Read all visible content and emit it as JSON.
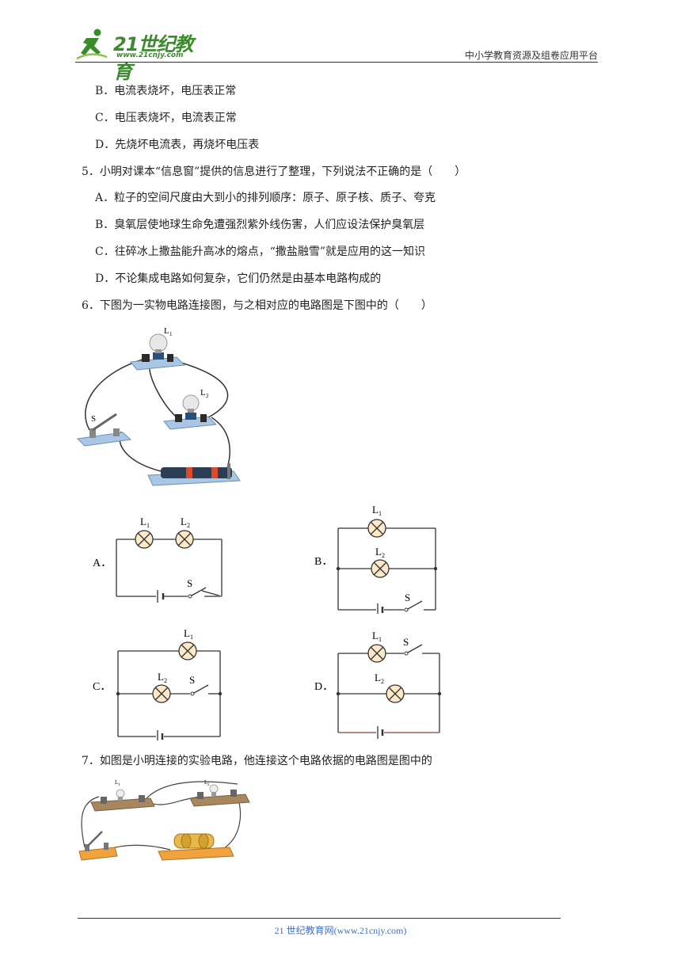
{
  "header": {
    "logo_main": "21世纪教育",
    "logo_sub": "www.21cnjy.com",
    "platform": "中小学教育资源及组卷应用平台"
  },
  "q4_options": {
    "B": "B．电流表烧坏，电压表正常",
    "C": "C．电压表烧坏，电流表正常",
    "D": "D．先烧坏电流表，再烧坏电压表"
  },
  "q5": {
    "stem": "5．小明对课本“信息窗”提供的信息进行了整理，下列说法不正确的是（　　）",
    "A": "A．粒子的空间尺度由大到小的排列顺序：原子、原子核、质子、夸克",
    "B": "B．臭氧层使地球生命免遭强烈紫外线伤害，人们应设法保护臭氧层",
    "C": "C．往碎冰上撒盐能升高冰的熔点，“撒盐融雪”就是应用的这一知识",
    "D": "D．不论集成电路如何复杂，它们仍然是由基本电路构成的"
  },
  "q6": {
    "stem": "6．下图为一实物电路连接图，与之相对应的电路图是下图中的（　　）",
    "photo_labels": {
      "l1": "L",
      "l1_sub": "1",
      "l2": "L",
      "l2_sub": "2",
      "s": "S"
    },
    "diagram_labels": {
      "A": "A．",
      "B": "B．",
      "C": "C．",
      "D": "D．",
      "L": "L",
      "sub1": "1",
      "sub2": "2",
      "S": "S"
    }
  },
  "q7": {
    "stem": "7．如图是小明连接的实验电路，他连接这个电路依据的电路图是图中的",
    "photo_labels": {
      "l1": "L",
      "l1_sub": "1",
      "l2": "L",
      "l2_sub": "2"
    }
  },
  "footer": {
    "text": "21 世纪教育网(www.21cnjy.com)"
  },
  "colors": {
    "logo_green": "#3a8b2a",
    "lamp_fill": "#fde9c8",
    "base_blue": "#a9c6e4",
    "base_brown": "#a8875f",
    "base_orange": "#f0a23c",
    "footer_blue": "#4472c4"
  }
}
